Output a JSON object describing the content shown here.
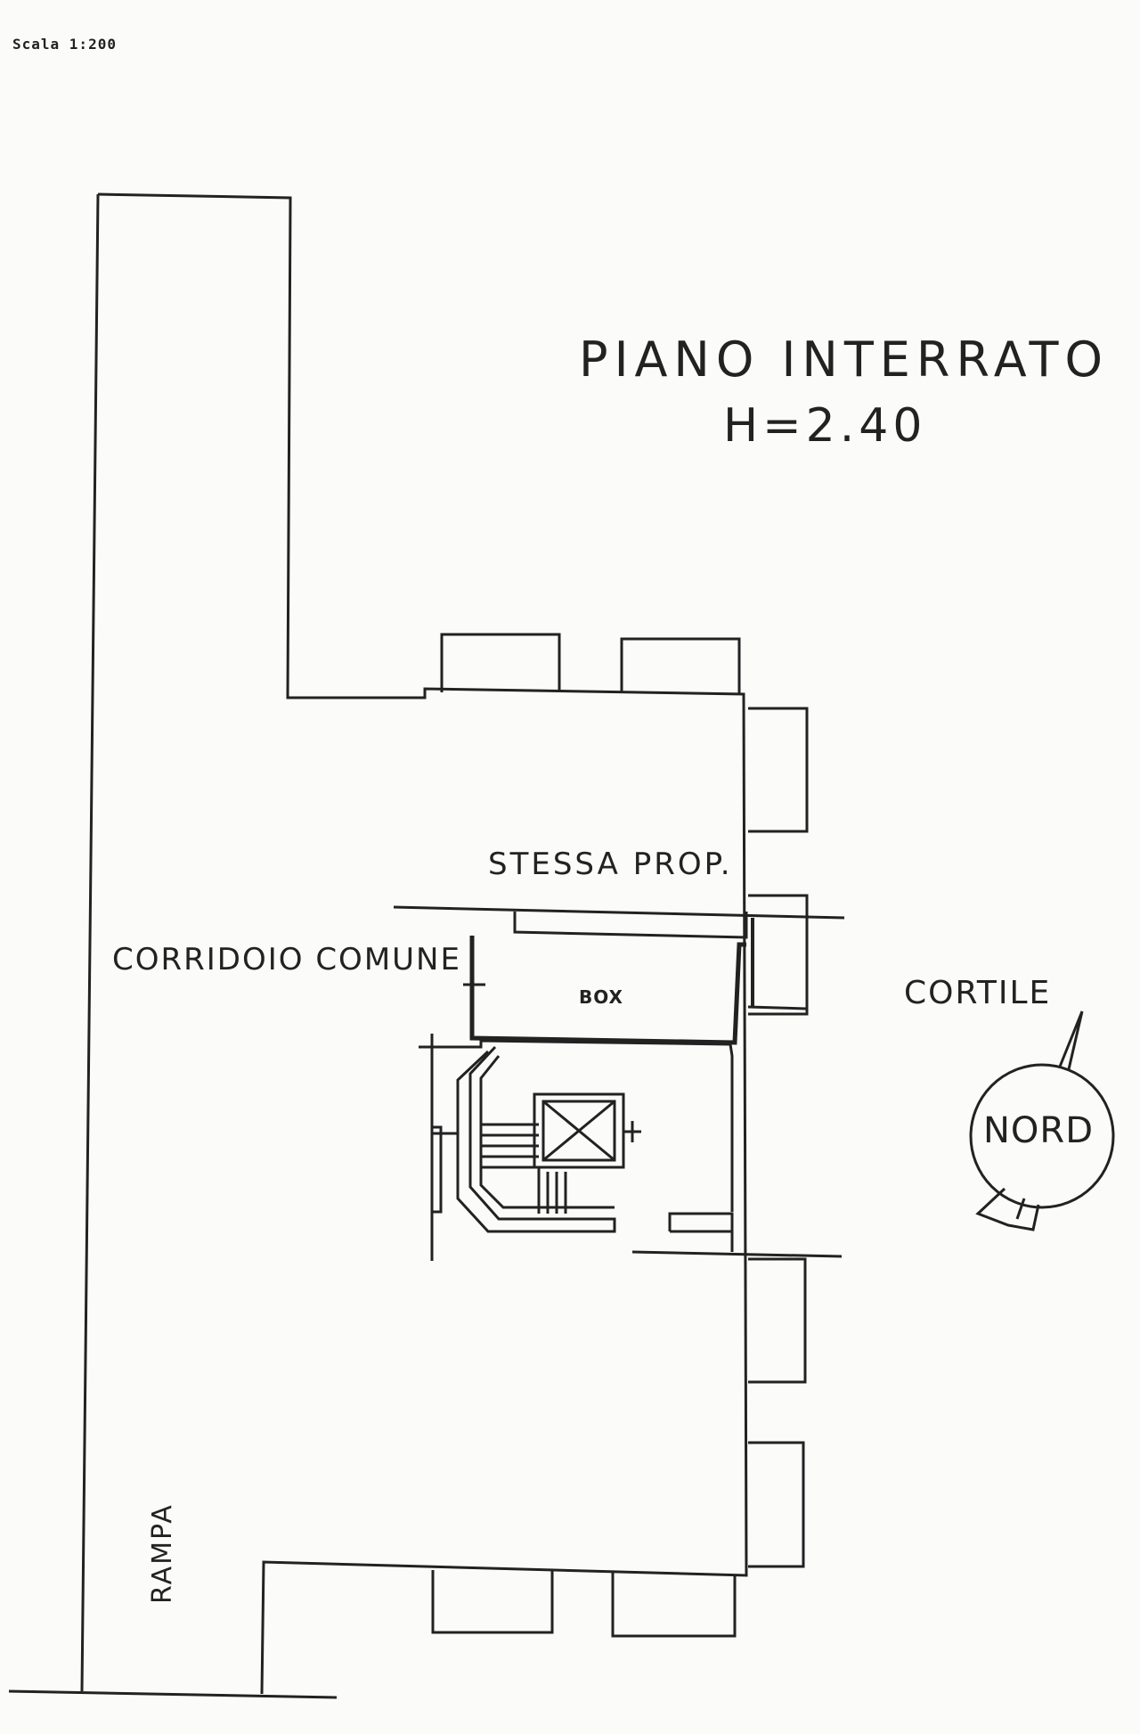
{
  "document": {
    "scale": "Scala 1:200",
    "floor_name": "PIANO INTERRATO",
    "floor_height": "H=2.40"
  },
  "labels": {
    "stessa_prop": "STESSA PROP.",
    "corridoio_comune": "CORRIDOIO COMUNE",
    "box": "BOX",
    "cortile": "CORTILE",
    "rampa": "RAMPA",
    "nord": "NORD"
  },
  "colors": {
    "ink": "#222222",
    "paper": "#fbfbf9"
  }
}
